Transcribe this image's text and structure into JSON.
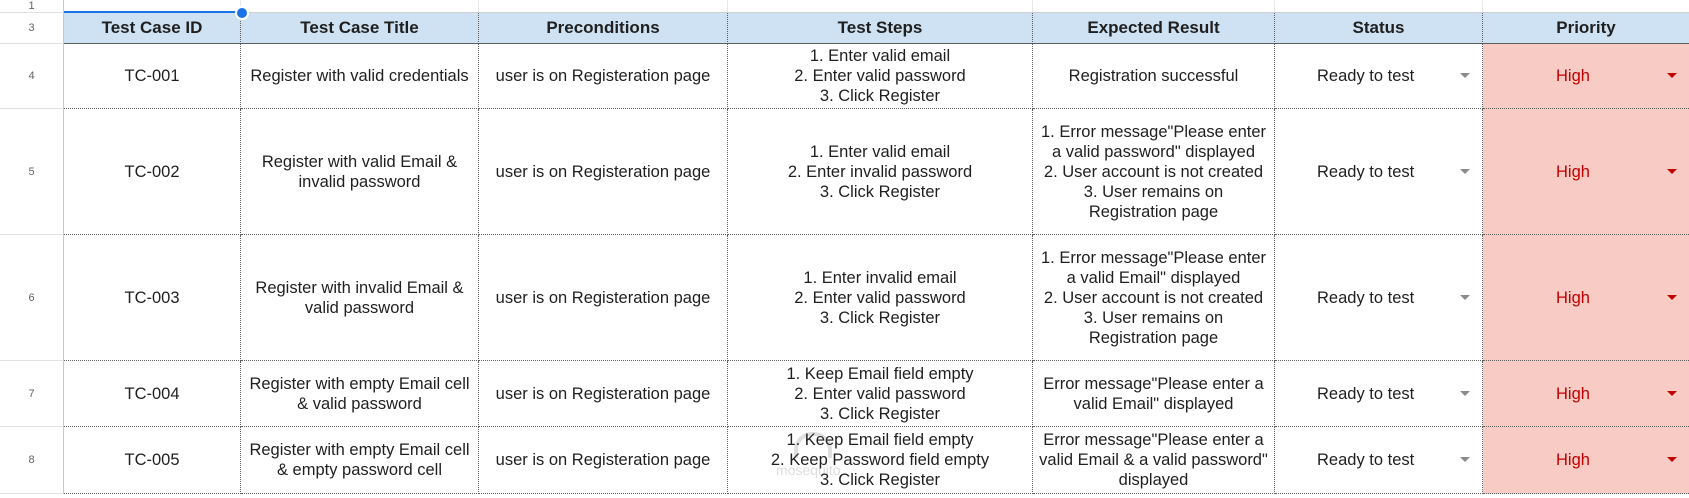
{
  "row_numbers": [
    "1",
    "3",
    "4",
    "5",
    "6",
    "7",
    "8"
  ],
  "headers": [
    "Test Case ID",
    "Test Case Title",
    "Preconditions",
    "Test Steps",
    "Expected Result",
    "Status",
    "Priority"
  ],
  "rows": [
    {
      "id": "TC-001",
      "title": "Register with valid credentials",
      "preconditions": "user is on Registeration page",
      "steps": "1. Enter valid email\n2. Enter valid password\n3. Click Register",
      "expected": "Registration successful",
      "status": "Ready to test",
      "priority": "High"
    },
    {
      "id": "TC-002",
      "title": "Register with valid Email &\ninvalid password",
      "preconditions": "user is on Registeration page",
      "steps": "1. Enter valid email\n2. Enter invalid password\n3. Click Register",
      "expected": "1. Error message\"Please enter\na valid password\" displayed\n2. User account is not created\n3. User remains on\nRegistration page",
      "status": "Ready to test",
      "priority": "High"
    },
    {
      "id": "TC-003",
      "title": "Register with invalid Email &\nvalid password",
      "preconditions": "user is on Registeration page",
      "steps": "1. Enter invalid email\n2. Enter valid password\n3. Click Register",
      "expected": "1. Error message\"Please enter\na valid Email\" displayed\n2. User account is not created\n3. User remains on\nRegistration page",
      "status": "Ready to test",
      "priority": "High"
    },
    {
      "id": "TC-004",
      "title": "Register with empty Email cell\n& valid password",
      "preconditions": "user is on Registeration page",
      "steps": "1. Keep Email field empty\n2. Enter valid password\n3. Click Register",
      "expected": "Error message\"Please enter a\nvalid Email\" displayed",
      "status": "Ready to test",
      "priority": "High"
    },
    {
      "id": "TC-005",
      "title": "Register with empty Email cell\n& empty  password cell",
      "preconditions": "user is on Registeration page",
      "steps": "1. Keep Email field empty\n2. Keep Password field empty\n3. Click Register",
      "expected": "Error message\"Please enter a\nvalid Email & a valid password\"\ndisplayed",
      "status": "Ready to test",
      "priority": "High"
    }
  ],
  "watermark_text": "mosequito",
  "colors": {
    "header_bg": "#cfe2f3",
    "priority_bg": "#f8cbc5",
    "priority_text": "#c00000",
    "selection": "#1a73e8"
  }
}
